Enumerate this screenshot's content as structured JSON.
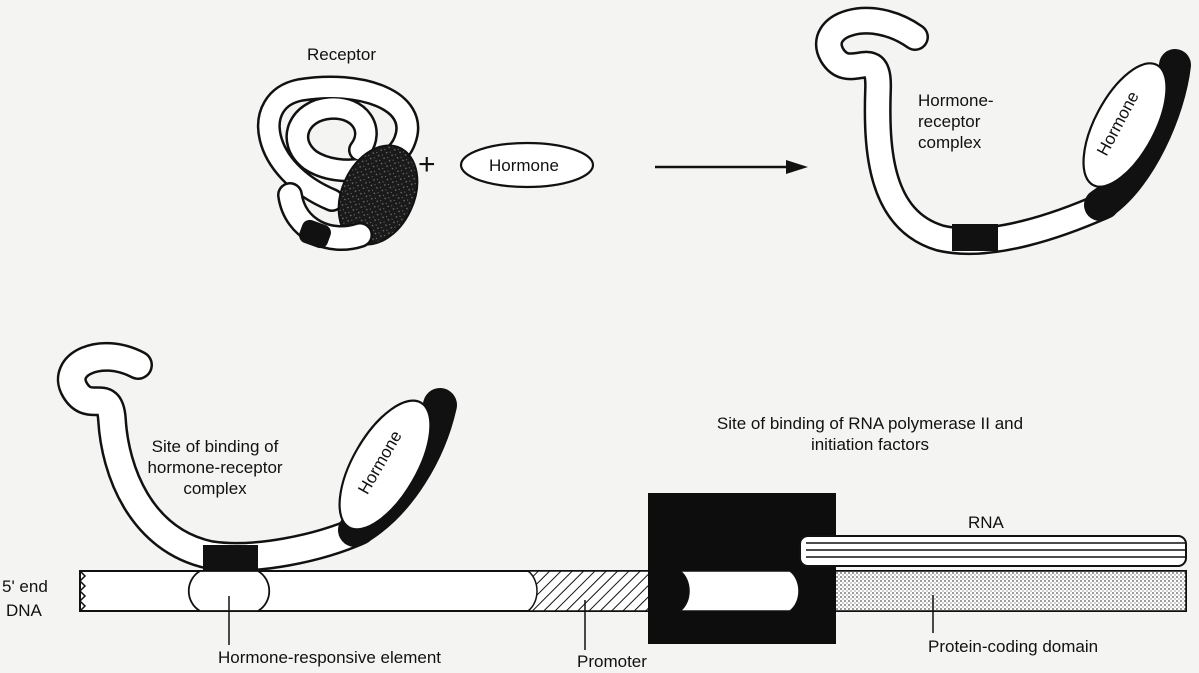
{
  "labels": {
    "receptor": "Receptor",
    "plus": "+",
    "hormone_free": "Hormone",
    "complex_title": "Hormone-receptor complex",
    "hormone_top": "Hormone",
    "hormone_bottom": "Hormone",
    "site_binding_complex": "Site of binding of hormone-receptor complex",
    "site_binding_rna_pol": "Site of binding of RNA polymerase II and initiation factors",
    "rna": "RNA",
    "five_prime_end": "5' end",
    "dna": "DNA",
    "hormone_responsive_element": "Hormone-responsive element",
    "promoter": "Promoter",
    "protein_coding_domain": "Protein-coding domain"
  },
  "palette": {
    "ink": "#111111",
    "paper": "#f4f4f2",
    "fill": "#ffffff"
  }
}
